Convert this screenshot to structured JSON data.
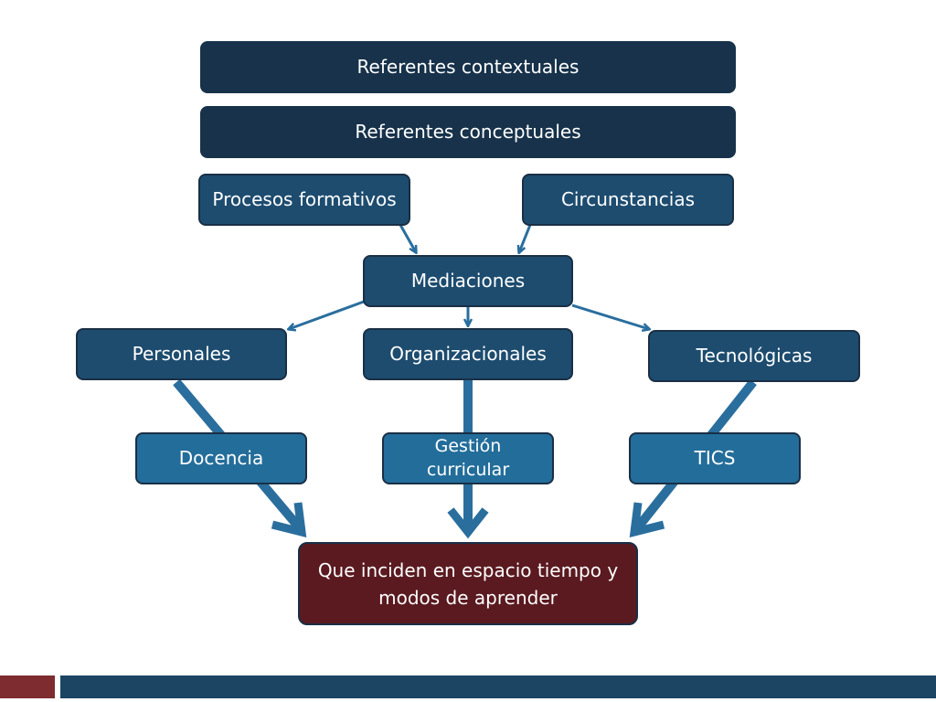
{
  "top": {
    "contextuales": "Referentes contextuales",
    "conceptuales": "Referentes conceptuales"
  },
  "inputs": {
    "procesos": "Procesos formativos",
    "circunstancias": "Circunstancias"
  },
  "center": {
    "mediaciones": "Mediaciones"
  },
  "categories": {
    "personales": "Personales",
    "organizacionales": "Organizacionales",
    "tecnologicas": "Tecnológicas"
  },
  "subs": {
    "docencia": "Docencia",
    "gestion": "Gestión curricular",
    "tics": "TICS"
  },
  "result": {
    "text": "Que inciden en espacio tiempo y modos de aprender"
  },
  "colors": {
    "dark_box": "#17324a",
    "mid_box": "#1d4c6f",
    "light_box": "#236d9a",
    "result_box": "#5a1a20",
    "arrow": "#2a6e9e",
    "footer_red": "#7e2c30",
    "footer_blue": "#1b4563"
  }
}
